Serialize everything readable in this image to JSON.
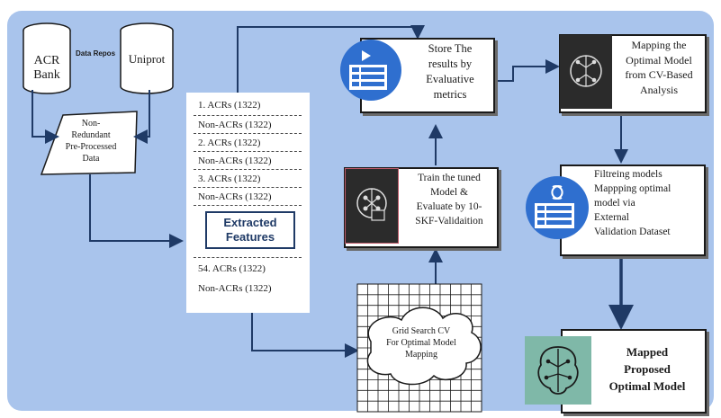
{
  "sources": {
    "acr_bank": "ACR\nBank",
    "uniprot": "Uniprot",
    "data_repos": "Data Repos"
  },
  "preprocess": "Non-\nRedundant\nPre-Processed\nData",
  "features": {
    "rows": [
      "1. ACRs (1322)",
      "Non-ACRs (1322)",
      "2. ACRs (1322)",
      "Non-ACRs (1322)",
      "3. ACRs (1322)",
      "Non-ACRs (1322)"
    ],
    "extracted": "Extracted\nFeatures",
    "tail_rows": [
      "54. ACRs (1322)",
      "Non-ACRs (1322)"
    ]
  },
  "grid_search": "Grid Search CV\nFor Optimal Model\nMapping",
  "train": "Train the tuned\nModel &\nEvaluate by 10-\nSKF-Validaition",
  "store": "Store The\nresults by\nEvaluative\nmetrics",
  "mapping": "Mapping the\nOptimal Model\nfrom CV-Based\nAnalysis",
  "filtering": "Filtreing models\nMappping optimal\nmodel via\nExternal\nValidation Dataset",
  "mapped": "Mapped\nProposed\nOptimal Model",
  "colors": {
    "panel": "#a9c4ec",
    "accent_blue": "#2f6fcf",
    "arrow": "#1f3a66",
    "dark_icon": "#2b2b2b",
    "teal_icon": "#7fb8a8"
  }
}
